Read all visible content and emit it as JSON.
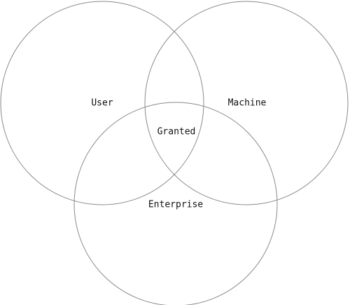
{
  "diagram": {
    "type": "venn",
    "stroke_color": "#8a8a8a",
    "sets": [
      {
        "id": "user",
        "label": "User"
      },
      {
        "id": "machine",
        "label": "Machine"
      },
      {
        "id": "enterprise",
        "label": "Enterprise"
      }
    ],
    "intersection": {
      "sets": [
        "user",
        "machine",
        "enterprise"
      ],
      "label": "Granted"
    }
  }
}
